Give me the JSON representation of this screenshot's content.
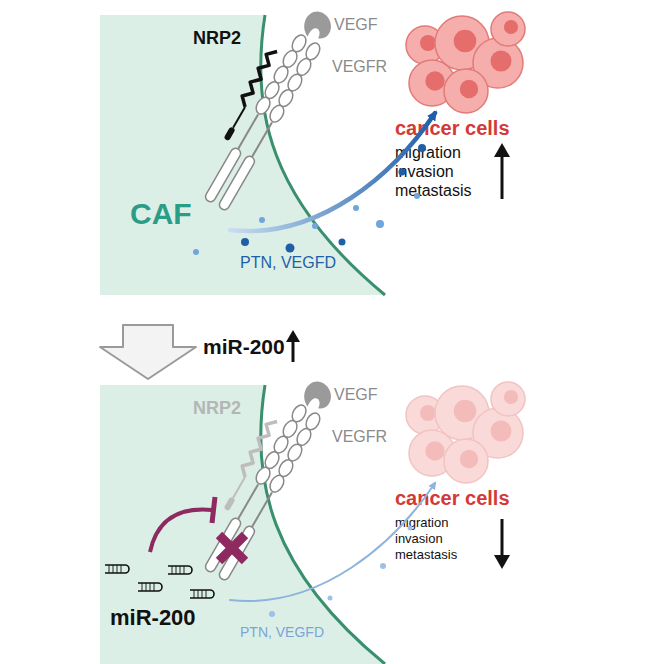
{
  "diagram": {
    "nodes": [
      {
        "text": [
          "CAF"
        ]
      },
      {
        "text": [
          "cancer cells",
          "migration invasion metastasis"
        ]
      },
      {
        "text": [
          "miR-200"
        ]
      },
      {
        "text": [
          "cancer cells",
          "migration invasion metastasis"
        ]
      }
    ],
    "edges": [
      {
        "from": 0,
        "to": 1,
        "label": "PTN, VEGFD",
        "arrow": "to"
      },
      {
        "from": 0,
        "to": 2,
        "label": "miR-200",
        "arrow": "to"
      },
      {
        "from": 2,
        "to": 3,
        "label": "PTN, VEGFD",
        "arrow": "to"
      }
    ],
    "labels": [
      "NRP2",
      "VEGF",
      "VEGFR",
      "NRP2",
      "VEGF",
      "VEGFR"
    ]
  }
}
